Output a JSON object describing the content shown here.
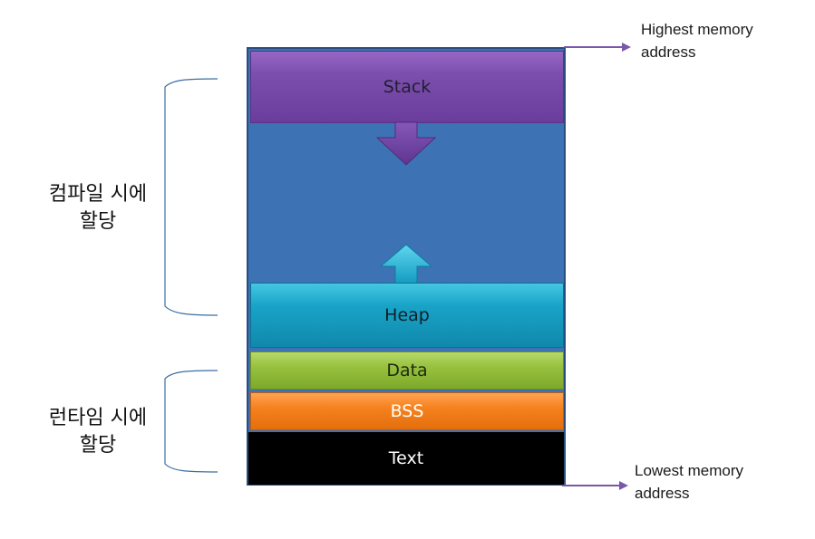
{
  "segments": {
    "stack": "Stack",
    "heap": "Heap",
    "data": "Data",
    "bss": "BSS",
    "text": "Text"
  },
  "brace_labels": {
    "upper": {
      "line1": "컴파일 시에",
      "line2": "할당"
    },
    "lower": {
      "line1": "런타임 시에",
      "line2": "할당"
    }
  },
  "address_labels": {
    "highest": {
      "line1": "Highest memory",
      "line2": "address"
    },
    "lowest": {
      "line1": "Lowest memory",
      "line2": "address"
    }
  },
  "colors": {
    "memory_background": "#3d72b4",
    "stack": "#7c4fae",
    "heap": "#19a3c8",
    "data": "#97c13e",
    "bss": "#f5821f",
    "text": "#000000",
    "brace": "#3a6ea5",
    "pointer_arrow": "#7a58a8"
  }
}
